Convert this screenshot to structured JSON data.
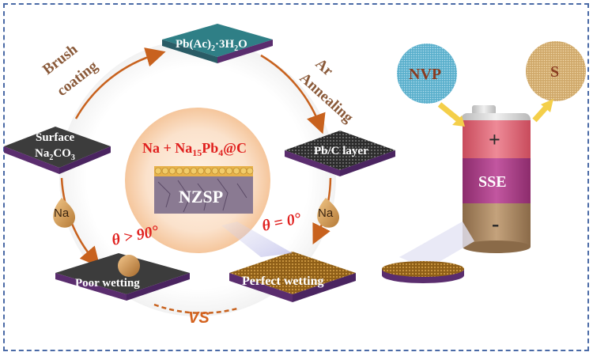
{
  "labels": {
    "brush_coating_1": "Brush",
    "brush_coating_2": "coating",
    "ar_annealing_1": "Ar",
    "ar_annealing_2": "Annealing",
    "surface_1": "Surface",
    "surface_2_main": "Na",
    "surface_2_sub": "2",
    "surface_2_main2": "CO",
    "surface_2_sub2": "3",
    "pb_ac_main": "Pb(Ac)",
    "pb_ac_sub": "2",
    "pb_ac_rest": "·3H",
    "pb_ac_sub2": "2",
    "pb_ac_end": "O",
    "pbc_layer": "Pb/C layer",
    "na_left": "Na",
    "na_right": "Na",
    "poor_wetting": "Poor wetting",
    "perfect_wetting": "Perfect wetting",
    "theta_gt": "θ > 90°",
    "theta_eq": "θ = 0°",
    "vs": "VS",
    "center_formula_1": "Na + Na",
    "center_formula_sub1": "15",
    "center_formula_2": "Pb",
    "center_formula_sub2": "4",
    "center_formula_3": "@C",
    "nzsp": "NZSP",
    "nvp": "NVP",
    "s": "S",
    "plus": "+",
    "sse": "SSE",
    "minus": "-"
  },
  "colors": {
    "arrow": "#c8621e",
    "theta": "#e0201e",
    "vs": "#d4621e",
    "tile_top_gray": "#3c3c3c",
    "tile_side_purple": "#5a2d6e",
    "pb_ac_tile": "#2f7f86",
    "gold_tile": "#9a6a1f",
    "battery_top": "#d25a6a",
    "battery_mid": "#a94080",
    "battery_bottom": "#9a7a58",
    "nvp_circle": "#5ab0cc",
    "s_circle": "#d8b070",
    "center_glow": "#f6c9a6"
  }
}
